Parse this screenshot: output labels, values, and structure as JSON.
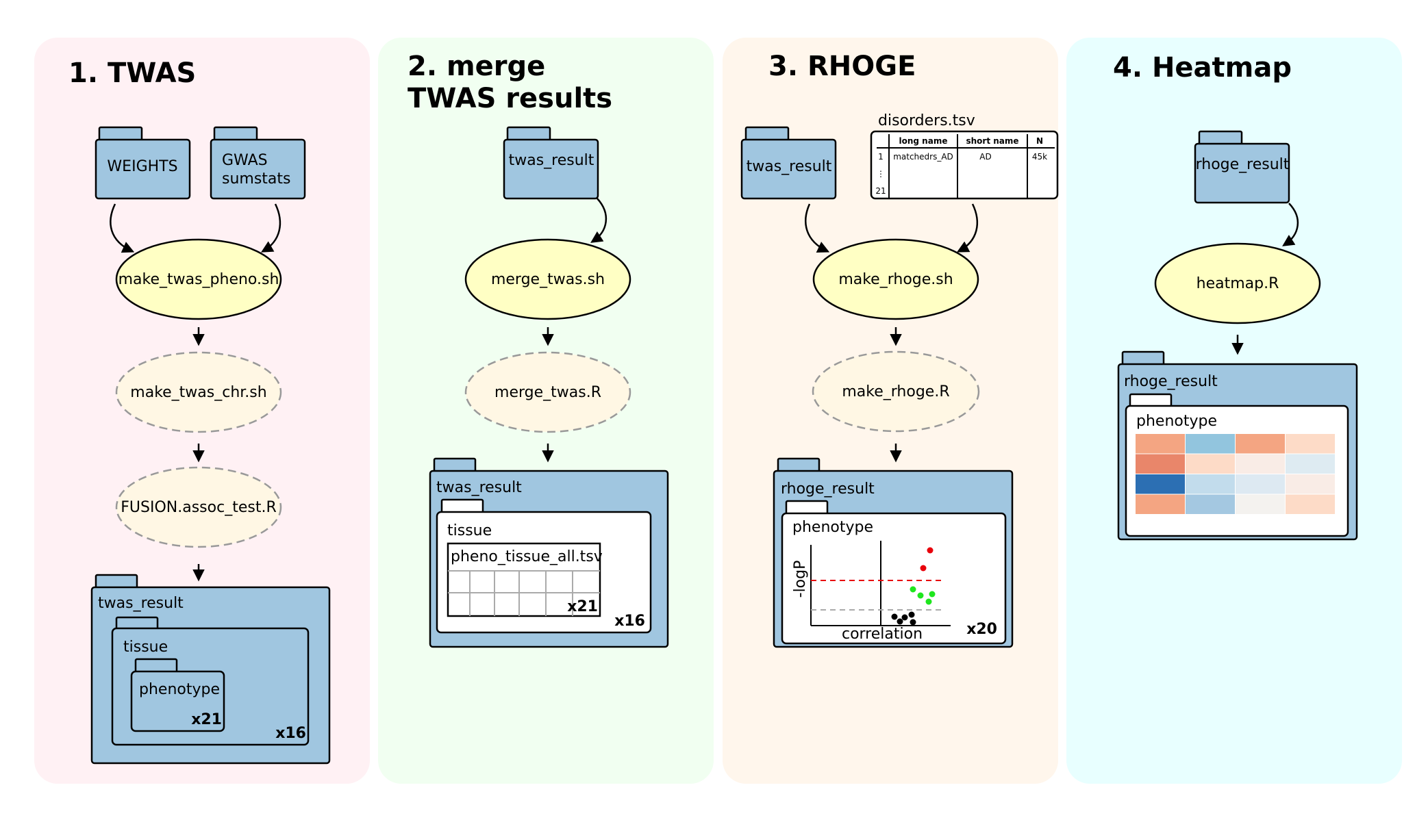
{
  "panels": [
    {
      "title_lines": [
        "1. TWAS"
      ]
    },
    {
      "title_lines": [
        "2. merge",
        "TWAS results"
      ]
    },
    {
      "title_lines": [
        "3. RHOGE"
      ]
    },
    {
      "title_lines": [
        "4. Heatmap"
      ]
    }
  ],
  "panel1": {
    "input_weights": "WEIGHTS",
    "input_gwas": [
      "GWAS",
      "sumstats"
    ],
    "script_main": "make_twas_pheno.sh",
    "script_chr": "make_twas_chr.sh",
    "script_assoc": "FUSION.assoc_test.R",
    "output_folder": "twas_result",
    "output_tissue": "tissue",
    "output_phenotype": "phenotype",
    "mult_phenotype": "x21",
    "mult_tissue": "x16"
  },
  "panel2": {
    "input_folder": "twas_result",
    "script_main": "merge_twas.sh",
    "script_r": "merge_twas.R",
    "output_folder": "twas_result",
    "output_tissue": "tissue",
    "output_file": "pheno_tissue_all.tsv",
    "mult_file": "x21",
    "mult_tissue": "x16"
  },
  "panel3": {
    "input_folder": "twas_result",
    "table_title": "disorders.tsv",
    "table_headers": [
      "long name",
      "short name",
      "N"
    ],
    "table_row_numbers": [
      "1",
      "⋮",
      "21"
    ],
    "table_first_row": [
      "matchedrs_AD",
      "AD",
      "45k"
    ],
    "script_main": "make_rhoge.sh",
    "script_r": "make_rhoge.R",
    "output_folder": "rhoge_result",
    "output_inner": "phenotype",
    "plot_ylabel": "-logP",
    "plot_xlabel": "correlation",
    "mult": "x20"
  },
  "panel4": {
    "input_folder": "rhoge_result",
    "script_main": "heatmap.R",
    "output_folder": "rhoge_result",
    "output_inner": "phenotype",
    "heatmap_colors": [
      [
        "#f4a582",
        "#92c5de",
        "#f4a582",
        "#fddbc7"
      ],
      [
        "#e9866a",
        "#fddbc7",
        "#f9ece6",
        "#deebf2"
      ],
      [
        "#2c6fb3",
        "#c2dcec",
        "#dde9f2",
        "#f9ece6"
      ],
      [
        "#f4a582",
        "#a4c8e1",
        "#f4f2ef",
        "#fddbc7"
      ]
    ]
  },
  "colors": {
    "panel1_bg": "#fff1f4",
    "panel2_bg": "#f1fff1",
    "panel3_bg": "#fff6ec",
    "panel4_bg": "#e8ffff",
    "folder_fill": "#a0c6e0",
    "script_fill": "#ffffc4",
    "subscript_fill": "#fff7e4",
    "significant_point": "#e8000b",
    "moderate_point": "#1ee61e",
    "insignificant_point": "#000000",
    "threshold_line": "#e8000b"
  }
}
